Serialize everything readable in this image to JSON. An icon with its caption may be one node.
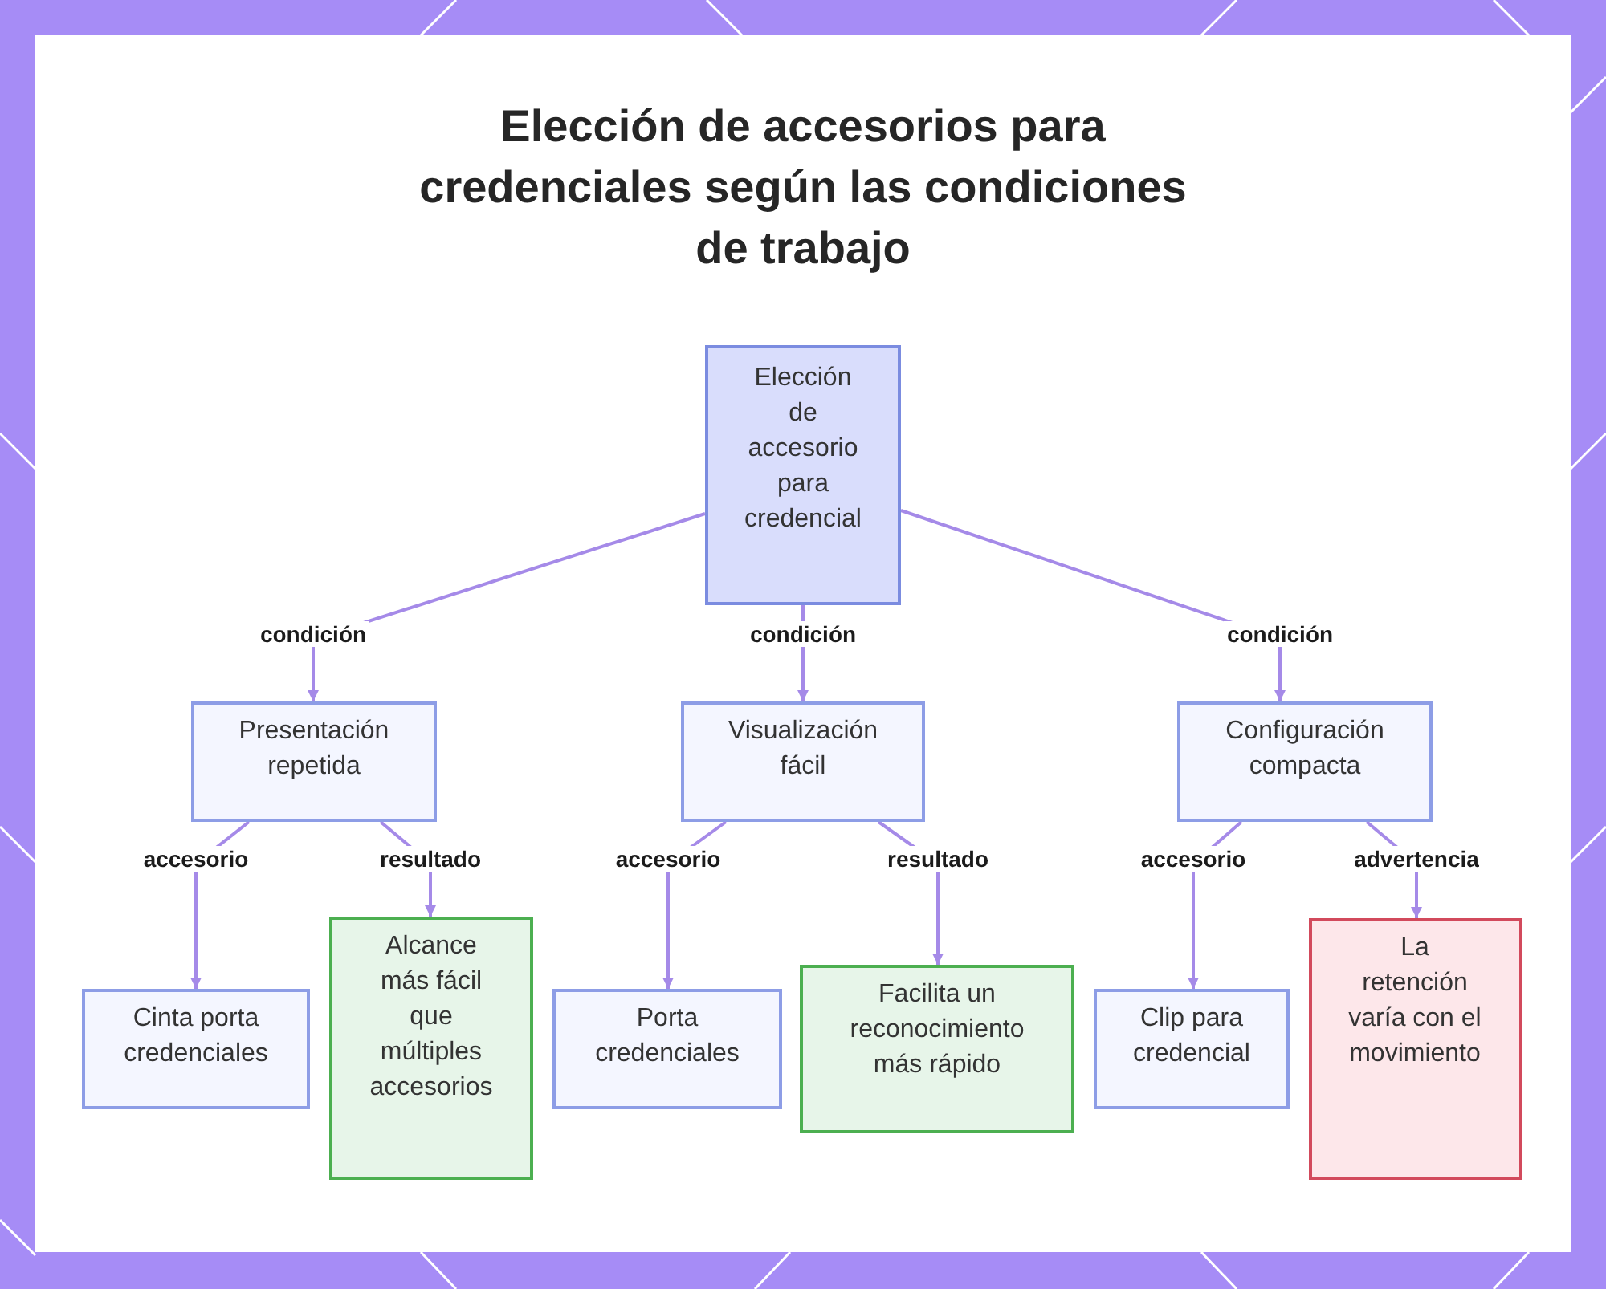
{
  "diagram": {
    "title": "Elección de accesorios para credenciales según las condiciones de trabajo",
    "nodes": [
      {
        "text": [
          "Elección de accesorio para credencial"
        ]
      },
      {
        "text": [
          "Presentación repetida"
        ]
      },
      {
        "text": [
          "Visualización fácil"
        ]
      },
      {
        "text": [
          "Configuración compacta"
        ]
      },
      {
        "text": [
          "Cinta porta credenciales"
        ]
      },
      {
        "text": [
          "Alcance más fácil que múltiples accesorios"
        ]
      },
      {
        "text": [
          "Porta credenciales"
        ]
      },
      {
        "text": [
          "Facilita un reconocimiento más rápido"
        ]
      },
      {
        "text": [
          "Clip para credencial"
        ]
      },
      {
        "text": [
          "La retención varía con el movimiento"
        ]
      }
    ],
    "edges": [
      {
        "from": 0,
        "to": 1,
        "arrow": "to",
        "label": "condición"
      },
      {
        "from": 0,
        "to": 2,
        "arrow": "to",
        "label": "condición"
      },
      {
        "from": 0,
        "to": 3,
        "arrow": "to",
        "label": "condición"
      },
      {
        "from": 1,
        "to": 4,
        "arrow": "to",
        "label": "accesorio"
      },
      {
        "from": 1,
        "to": 5,
        "arrow": "to",
        "label": "resultado"
      },
      {
        "from": 2,
        "to": 6,
        "arrow": "to",
        "label": "accesorio"
      },
      {
        "from": 2,
        "to": 7,
        "arrow": "to",
        "label": "resultado"
      },
      {
        "from": 3,
        "to": 8,
        "arrow": "to",
        "label": "accesorio"
      },
      {
        "from": 3,
        "to": 9,
        "arrow": "to",
        "label": "advertencia"
      }
    ]
  }
}
